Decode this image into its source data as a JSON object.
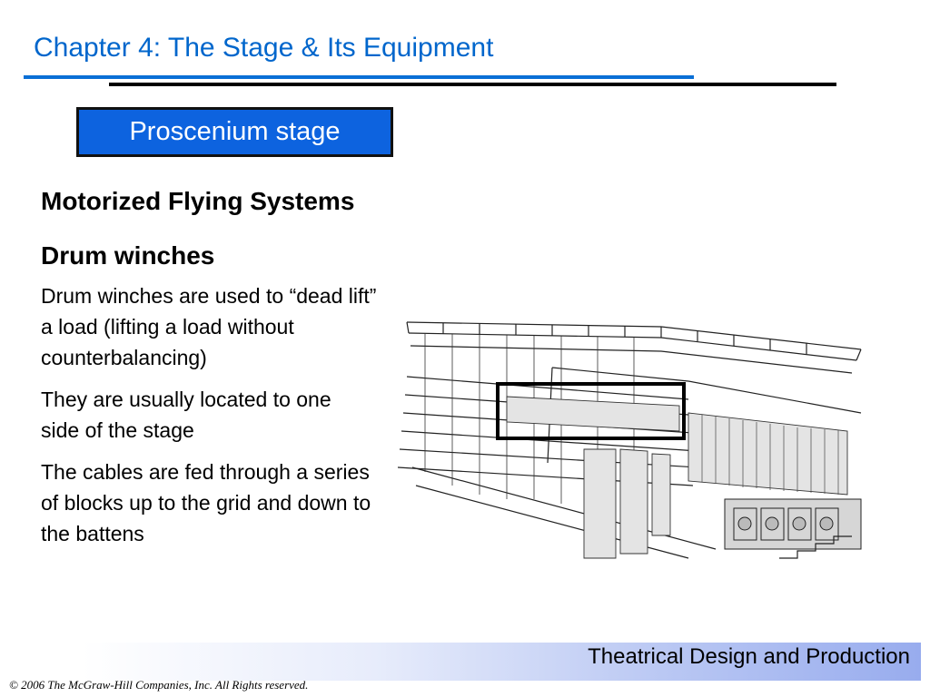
{
  "header": {
    "title": "Chapter 4:  The Stage & Its Equipment"
  },
  "banner": {
    "label": "Proscenium stage"
  },
  "content": {
    "heading1": "Motorized Flying Systems",
    "heading2": "Drum winches",
    "paragraphs": [
      "Drum winches are used to “dead lift” a load (lifting a load without counterbalancing)",
      "They are usually located to one side of the stage",
      "The cables are fed through a series of blocks up to the grid and down to the battens"
    ]
  },
  "footer": {
    "title": "Theatrical Design and Production",
    "copyright": "© 2006 The McGraw-Hill Companies, Inc. All Rights reserved."
  },
  "colors": {
    "title": "#0066cc",
    "banner": "#0d63df",
    "rule_blue": "#0a6fd6"
  }
}
